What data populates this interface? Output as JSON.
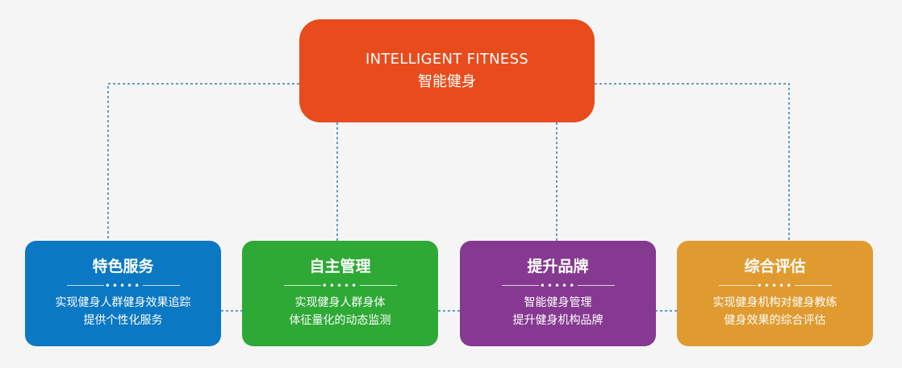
{
  "root": {
    "title_en": "INTELLIGENT FITNESS",
    "title_cn": "智能健身",
    "color": "#e84c1c"
  },
  "connector_color": "#2e7fbf",
  "cards": [
    {
      "title": "特色服务",
      "lines": [
        "实现健身人群健身效果追踪",
        "提供个性化服务"
      ],
      "color": "#0b78c3"
    },
    {
      "title": "自主管理",
      "lines": [
        "实现健身人群身体",
        "体征量化的动态监测"
      ],
      "color": "#2ea936"
    },
    {
      "title": "提升品牌",
      "lines": [
        "智能健身管理",
        "提升健身机构品牌"
      ],
      "color": "#863991"
    },
    {
      "title": "综合评估",
      "lines": [
        "实现健身机构对健身教练",
        "健身效果的综合评估"
      ],
      "color": "#e09b30"
    }
  ],
  "divider_dots": "•••••"
}
